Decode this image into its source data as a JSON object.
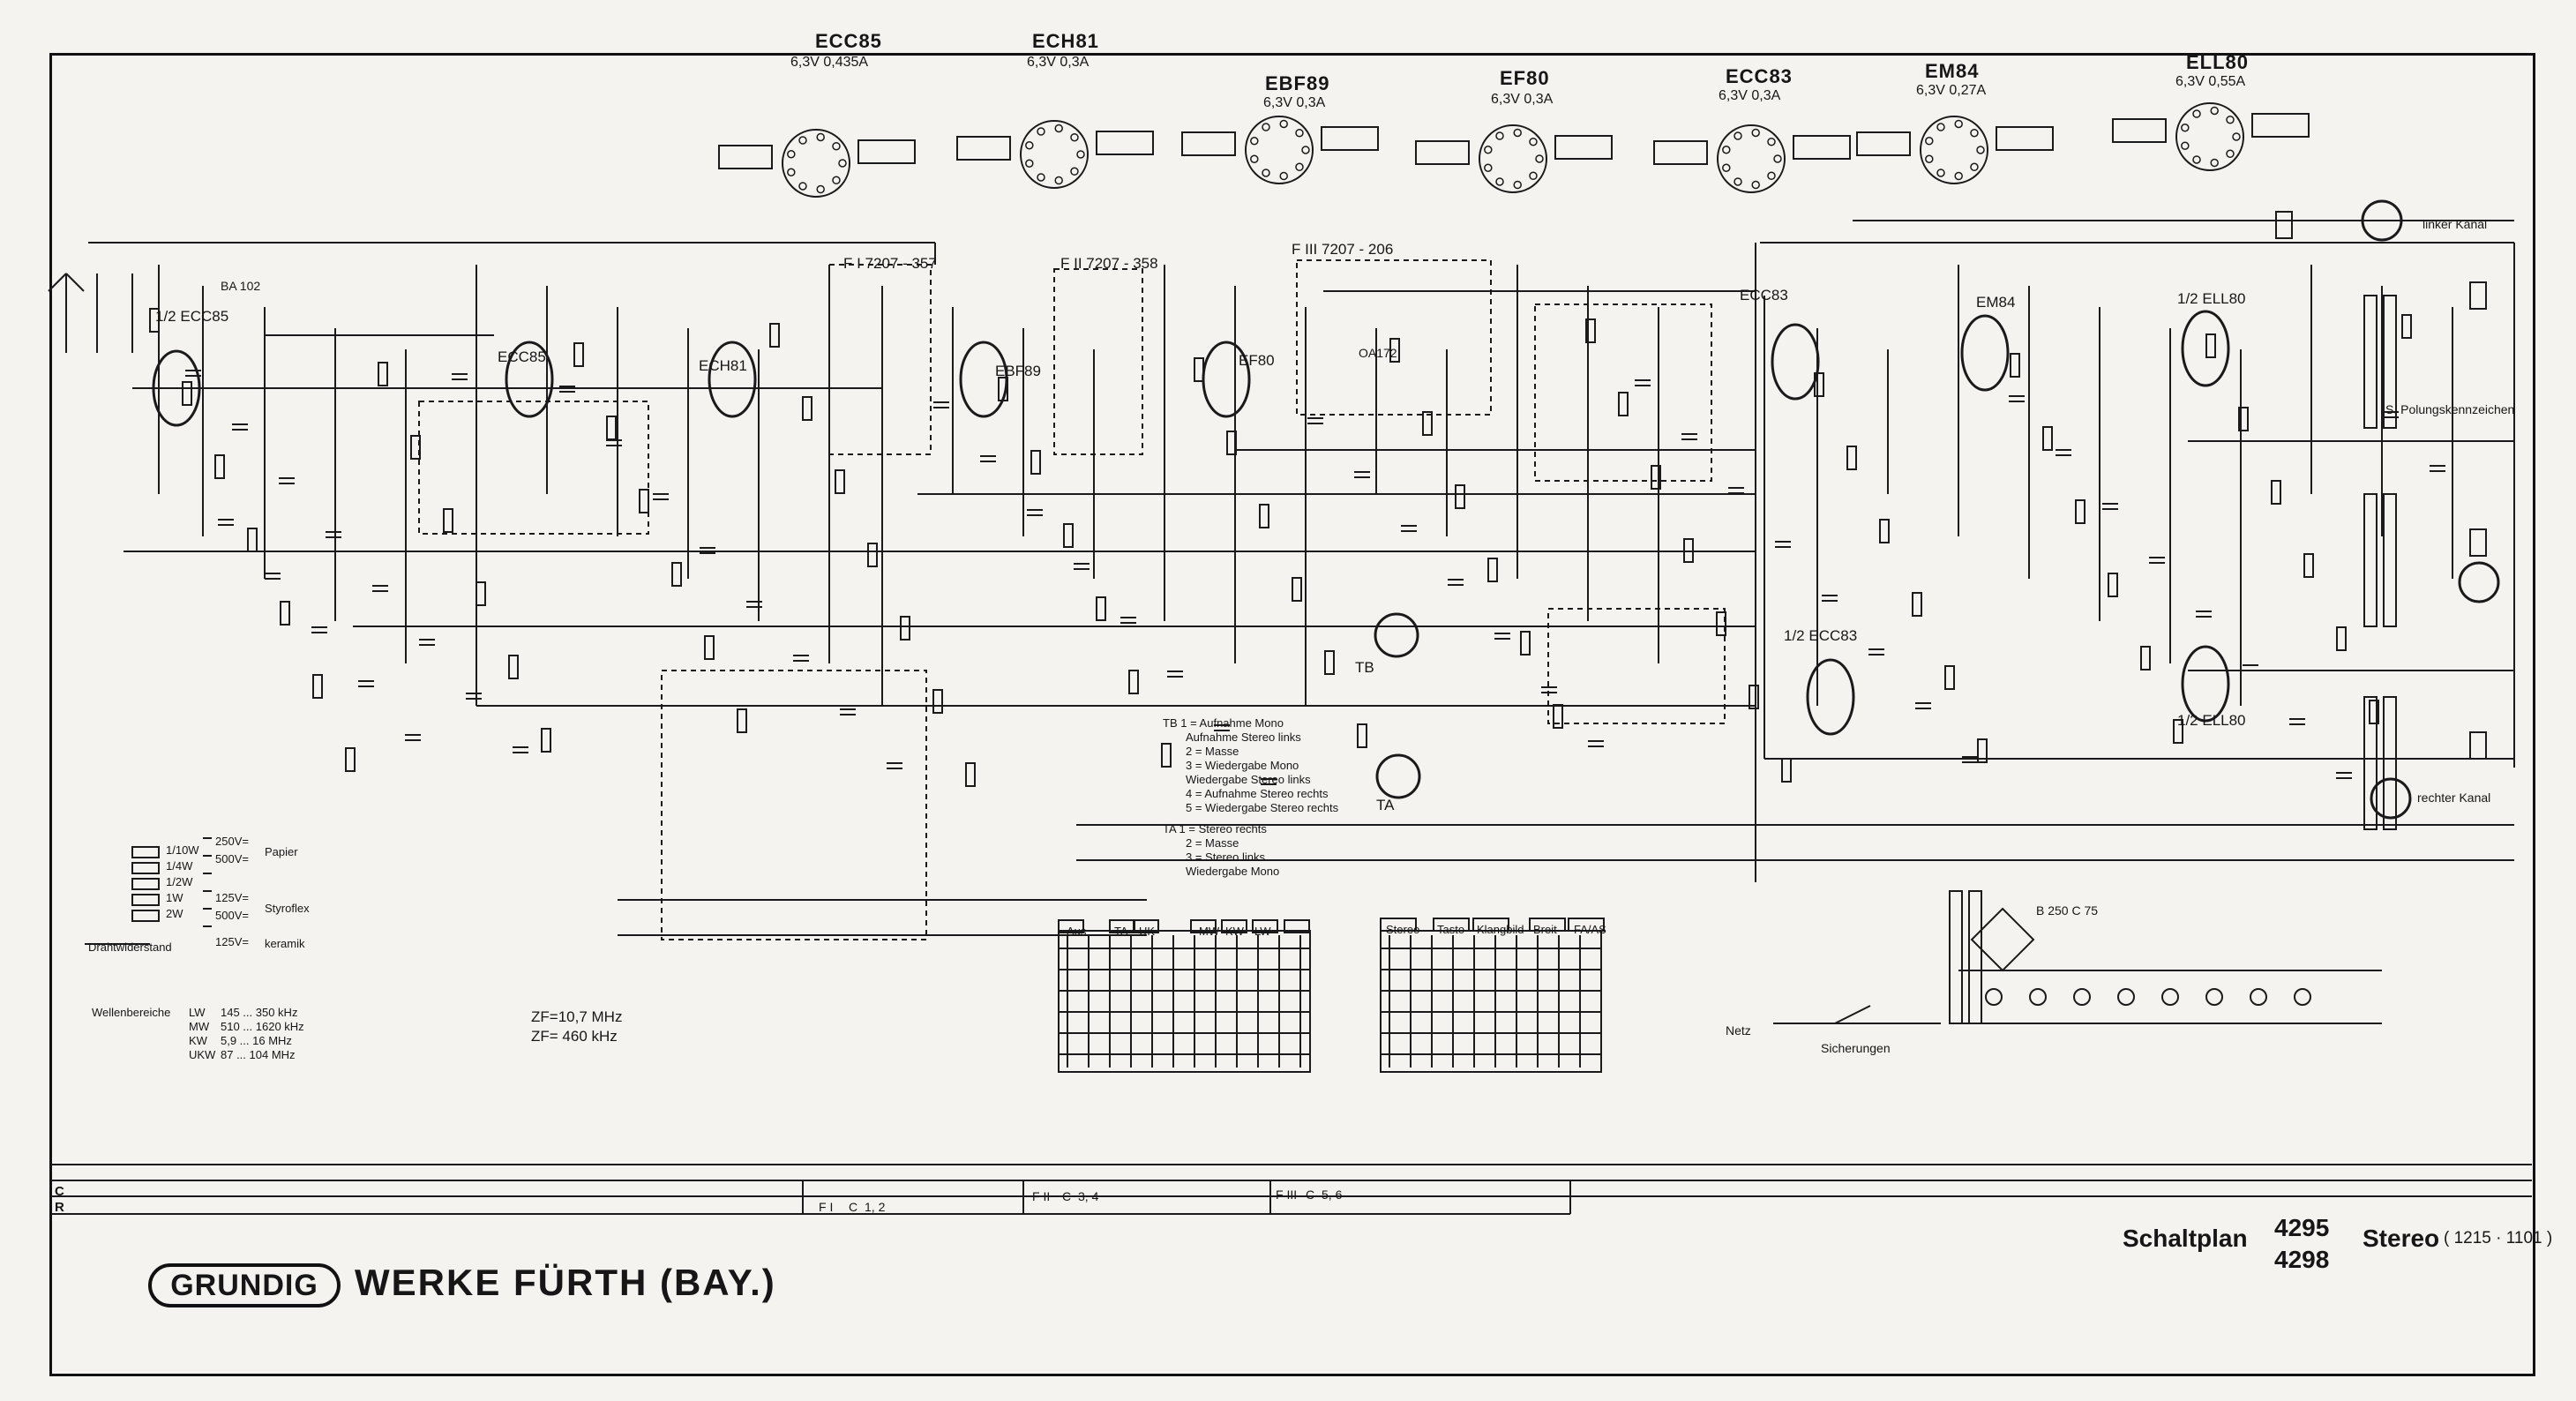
{
  "tubes": [
    {
      "name": "ECC85",
      "spec": "6,3V 0,435A"
    },
    {
      "name": "ECH81",
      "spec": "6,3V 0,3A"
    },
    {
      "name": "EBF89",
      "spec": "6,3V 0,3A"
    },
    {
      "name": "EF80",
      "spec": "6,3V 0,3A"
    },
    {
      "name": "ECC83",
      "spec": "6,3V 0,3A"
    },
    {
      "name": "EM84",
      "spec": "6,3V 0,27A"
    },
    {
      "name": "ELL80",
      "spec": "6,3V 0,55A"
    }
  ],
  "schematic_labels": {
    "fi1": "F I 7207 - 357",
    "fi2": "F II 7207 - 358",
    "fi3": "F III 7207 - 206",
    "linker_kanal": "linker Kanal",
    "rechter_kanal": "rechter Kanal",
    "polung": "S. Polungskennzeichen",
    "ecc85_l": "1/2 ECC85",
    "ecc85_r": "ECC85",
    "ech81": "ECH81",
    "ebf89": "EBF89",
    "ef80": "EF80",
    "ecc83": "ECC83",
    "em84": "EM84",
    "ell80_top": "1/2 ELL80",
    "ell80_bot": "1/2 ELL80",
    "ecc83_b": "1/2 ECC83",
    "ba102": "BA 102",
    "oa172": "OA172",
    "zf1": "ZF=10,7 MHz",
    "zf2": "ZF= 460 kHz",
    "tb": "TB",
    "ta": "TA",
    "b250": "B 250 C 75",
    "netz": "Netz",
    "sicherungen": "Sicherungen"
  },
  "capacitor_legend": {
    "items": [
      "Papier",
      "Styroflex",
      "keramik",
      "Drahtwiderstand"
    ],
    "watts": [
      "1/10W",
      "1/4W",
      "1/2W",
      "1W",
      "2W"
    ],
    "volts": [
      "250V=",
      "500V=",
      "125V=",
      "500V=",
      "125V="
    ]
  },
  "wave_ranges": {
    "title": "Wellenbereiche",
    "rows": [
      {
        "band": "LW",
        "range": "145 ... 350 kHz"
      },
      {
        "band": "MW",
        "range": "510 ... 1620 kHz"
      },
      {
        "band": "KW",
        "range": "5,9 ... 16 MHz"
      },
      {
        "band": "UKW",
        "range": "87 ... 104 MHz"
      }
    ]
  },
  "tb_legend": [
    "TB  1 = Aufnahme Mono",
    "Aufnahme Stereo links",
    "2 = Masse",
    "3 = Wiedergabe Mono",
    "Wiedergabe Stereo links",
    "4 = Aufnahme Stereo rechts",
    "5 = Wiedergabe Stereo rechts",
    "TA  1 = Stereo rechts",
    "2 = Masse",
    "3 = Stereo links",
    "Wiedergabe Mono"
  ],
  "switch_tabs": [
    "Aus",
    "TA",
    "UK",
    "MW",
    "KW",
    "LW",
    "Stereo",
    "Tasto",
    "Klangbild",
    "Breit",
    "FA/AS"
  ],
  "bottom_rows": {
    "c": "C",
    "r": "R",
    "fi": "F I",
    "fii": "F II",
    "fiii": "F III",
    "c_values": [
      "1, 2",
      "3, 4",
      "5, 6"
    ]
  },
  "footer": {
    "logo": "GRUNDIG",
    "company": "WERKE FÜRTH (BAY.)",
    "plan_label": "Schaltplan",
    "model_1": "4295",
    "model_2": "4298",
    "stereo": "Stereo",
    "code": "( 1215 · 1101 )"
  }
}
